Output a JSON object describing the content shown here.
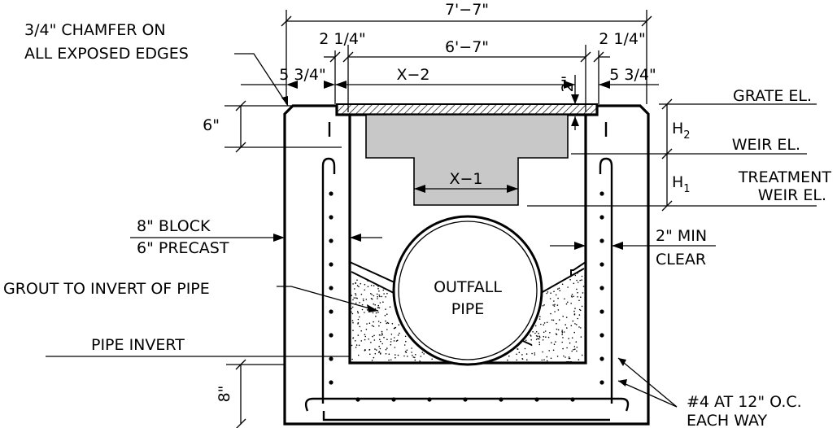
{
  "dimensions": {
    "overall_width": "7'−7\"",
    "inner_width": "6'−7\"",
    "left_gap": "2 1/4\"",
    "right_gap": "2 1/4\"",
    "left_offset": "5 3/4\"",
    "right_offset": "5 3/4\"",
    "grate_width": "X−2",
    "weir_width": "X−1",
    "grate_thickness": "2\"",
    "top_slab": "6\"",
    "bottom_slab": "8\""
  },
  "elevations": {
    "grate": "GRATE EL.",
    "weir": "WEIR EL.",
    "treatment_line1": "TREATMENT",
    "treatment_line2": "WEIR EL.",
    "h2_letter": "H",
    "h2_sub": "2",
    "h1_letter": "H",
    "h1_sub": "1"
  },
  "notes": {
    "chamfer_line1": "3/4\" CHAMFER ON",
    "chamfer_line2": "ALL EXPOSED EDGES",
    "wall_line1": "8\" BLOCK",
    "wall_line2": "6\" PRECAST",
    "grout": "GROUT TO INVERT OF PIPE",
    "pipe_invert": "PIPE INVERT",
    "clear_line1": "2\" MIN",
    "clear_line2": "CLEAR",
    "rebar_line1": "#4 AT 12\" O.C.",
    "rebar_line2": "EACH WAY"
  },
  "pipe": {
    "line1": "OUTFALL",
    "line2": "PIPE"
  },
  "colors": {
    "line": "#000000",
    "weir_fill": "#c8c8c8",
    "background": "#ffffff"
  }
}
